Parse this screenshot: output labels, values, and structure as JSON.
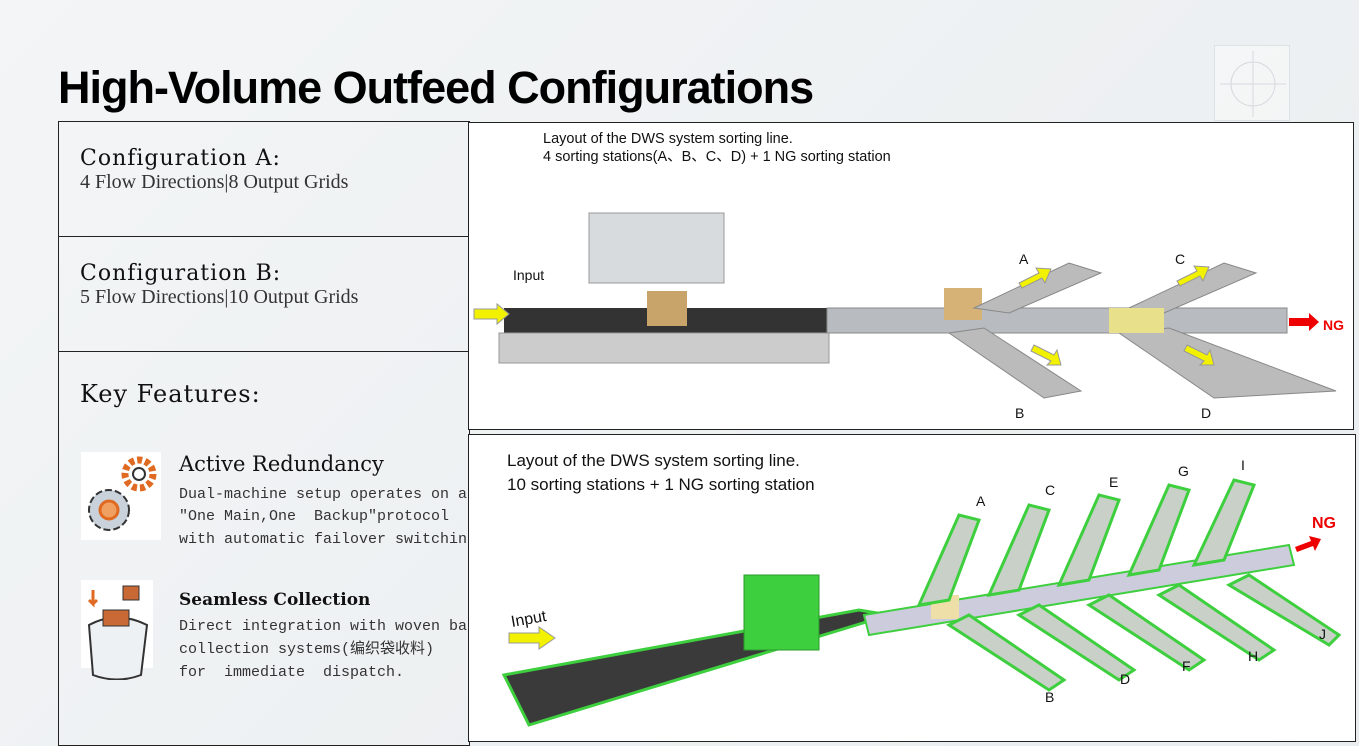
{
  "title": "High-Volume Outfeed Configurations",
  "config_a": {
    "heading": "Configuration  A:",
    "detail": "4 Flow Directions|8 Output Grids"
  },
  "config_b": {
    "heading": "Configuration  B:",
    "detail": "5 Flow Directions|10 Output Grids"
  },
  "key_features": {
    "heading": "Key  Features:",
    "items": [
      {
        "title": "Active  Redundancy",
        "icon": "gears-icon",
        "lines": [
          "Dual-machine setup operates on a",
          "\"One Main,One  Backup\"protocol",
          "with automatic failover switching"
        ]
      },
      {
        "title": "Seamless Collection",
        "icon": "bag-icon",
        "lines": [
          "Direct integration with woven bag",
          "collection systems(编织袋收料)",
          "for  immediate  dispatch."
        ]
      }
    ]
  },
  "diagram_a": {
    "caption1": "Layout of the DWS system sorting line.",
    "caption2": "4 sorting stations(A、B、C、D) + 1 NG  sorting station",
    "input": "Input",
    "ng": "NG",
    "stations": [
      "A",
      "B",
      "C",
      "D"
    ]
  },
  "diagram_b": {
    "caption1": "Layout of the DWS system sorting line.",
    "caption2": "10 sorting stations + 1 NG  sorting station",
    "input": "Input",
    "ng": "NG",
    "stations": [
      "A",
      "B",
      "C",
      "D",
      "E",
      "F",
      "G",
      "H",
      "I",
      "J"
    ]
  },
  "colors": {
    "accent_green": "#3ecf3e",
    "arrow_yellow": "#f2f200",
    "ng_red": "#e00000"
  }
}
